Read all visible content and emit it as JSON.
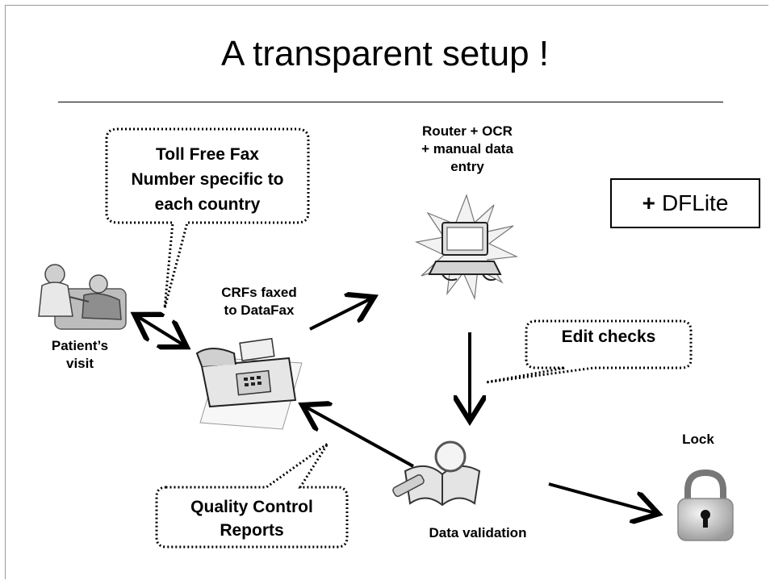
{
  "slide": {
    "title": "A transparent setup !",
    "dflite": {
      "plus": "+",
      "label": "DFLite"
    },
    "labels": {
      "router": [
        "Router + OCR",
        "+ manual data",
        "entry"
      ],
      "crfs": [
        "CRFs faxed",
        "to DataFax"
      ],
      "patient": [
        "Patient’s",
        "visit"
      ],
      "lock": "Lock",
      "validation": "Data validation"
    },
    "callouts": {
      "fax_number": [
        "Toll Free Fax",
        "Number specific to",
        "each country"
      ],
      "edit_checks": "Edit checks",
      "qc_reports": [
        "Quality Control",
        "Reports"
      ]
    }
  },
  "icons": [
    "patient-doctor-clipart",
    "computer-starburst-icon",
    "fax-machine-icon",
    "book-magnifier-icon",
    "padlock-icon"
  ]
}
